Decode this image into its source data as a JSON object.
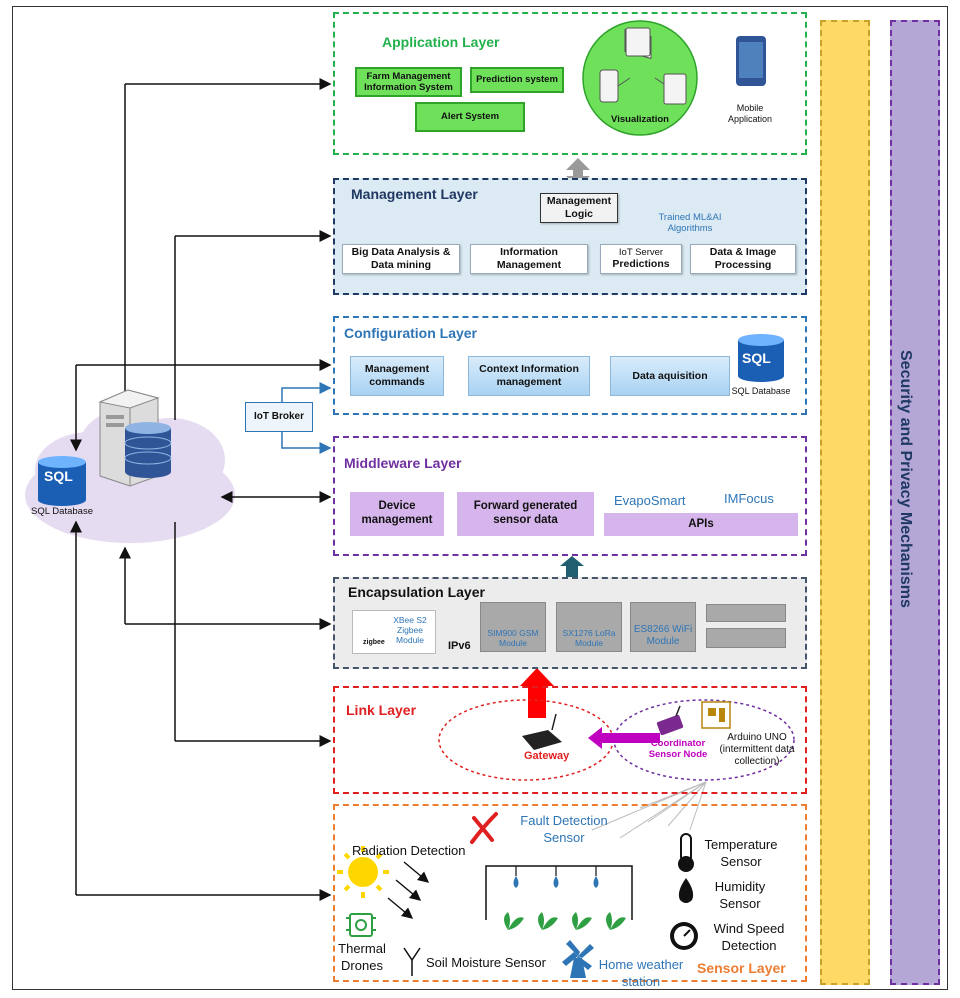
{
  "application_layer": {
    "title": "Application Layer",
    "farm_mis": "Farm Management Information System",
    "prediction": "Prediction system",
    "alert": "Alert System",
    "visualization": "Visualization",
    "mobile_app": "Mobile Application"
  },
  "management_layer": {
    "title": "Management Layer",
    "logic": "Management Logic",
    "trained": "Trained ML&AI Algorithms",
    "big_data": "Big Data Analysis & Data mining",
    "info_mgmt": "Information Management",
    "iot_server": "IoT Server",
    "predictions": "Predictions",
    "data_image": "Data & Image Processing"
  },
  "configuration_layer": {
    "title": "Configuration  Layer",
    "mgmt_commands": "Management commands",
    "context_info": "Context Information management",
    "data_acq": "Data aquisition",
    "sql_label": "SQL Database"
  },
  "middleware_layer": {
    "title": "Middleware Layer",
    "device_mgmt": "Device management",
    "forward": "Forward generated sensor data",
    "evaposmart": "EvapoSmart",
    "imfocus": "IMFocus",
    "apis": "APIs"
  },
  "encapsulation_layer": {
    "title": "Encapsulation Layer",
    "zigbee": "zigbee",
    "xbee": "XBee S2 Zigbee Module",
    "ipv6": "IPv6",
    "sim900": "SIM900 GSM Module",
    "lora": "SX1276 LoRa Module",
    "wifi": "ES8266 WiFi Module"
  },
  "link_layer": {
    "title": "Link Layer",
    "gateway": "Gateway",
    "coordinator": "Coordinator Sensor Node",
    "arduino": "Arduino UNO (intermittent data collection)"
  },
  "sensor_layer": {
    "title": "Sensor Layer",
    "fault": "Fault Detection Sensor",
    "radiation": "Radiation Detection",
    "thermal": "Thermal Drones",
    "soil": "Soil Moisture Sensor",
    "weather": "Home weather station",
    "temperature": "Temperature Sensor",
    "humidity": "Humidity Sensor",
    "wind": "Wind Speed Detection"
  },
  "left": {
    "sql_badge": "SQL",
    "sql_label": "SQL Database",
    "iot_broker": "IoT Broker"
  },
  "security": {
    "label": "Security and Privacy Mechanisms"
  },
  "colors": {
    "application": "#22b14c",
    "management": "#1f3864",
    "configuration": "#2e75b6",
    "middleware": "#7030a0",
    "encapsulation": "#44546a",
    "link": "#e02020",
    "sensor": "#ed7d31",
    "security_yellow": "#ffd966",
    "security_purple": "#b4a7d6"
  }
}
